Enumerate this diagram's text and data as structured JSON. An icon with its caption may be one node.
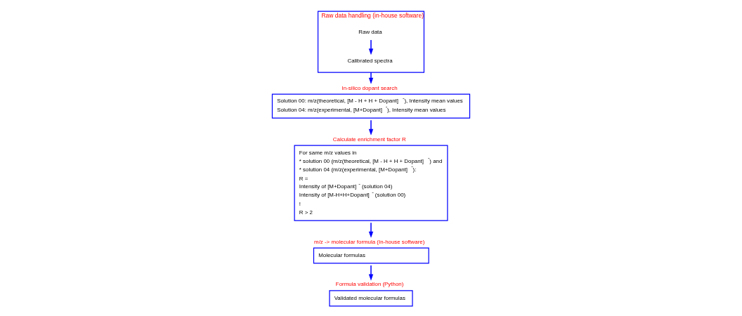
{
  "diagram": {
    "nodes": [
      {
        "text": [
          "Raw data handling (in-house software)"
        ]
      },
      {
        "text": [
          "Raw data"
        ],
        "in": 0
      },
      {
        "text": [
          "Calibrated spectra"
        ],
        "in": 0
      },
      {
        "text": [
          "In-silico dopant search",
          "Solution 00: m/z(theoretical, [M - H + H + Dopant]$^{-}$), Intensity mean values",
          "Solution 04: m/z(experimental, [M+Dopant]$^{-}$), Intensity mean values"
        ]
      },
      {
        "text": [
          "Calculate enrichment factor R",
          "For same m/z values in",
          "* solution 00 (m/z(theoretical, [M - H + H + Dopant]$^{-}$) and",
          "* solution 04 (m/z(experimental, [M+Dopant]$^{-}$):",
          "R =",
          "Intensity of [M+Dopant]$^{-}$ (solution 04)",
          "Intensity of [M-H+H+Dopant]$^{-}$ (solution 00)",
          "!",
          "R > 2"
        ]
      },
      {
        "text": [
          "m/z -> molecular formula (In-house software)",
          "Molecular formulas"
        ]
      },
      {
        "text": [
          "Formula validation (Python)",
          "Validated molecular formulas"
        ]
      }
    ],
    "edges": [
      {
        "from": 1,
        "to": 2,
        "arrow": "to"
      },
      {
        "from": 0,
        "to": 3,
        "arrow": "to"
      },
      {
        "from": 3,
        "to": 4,
        "arrow": "to"
      },
      {
        "from": 4,
        "to": 5,
        "arrow": "to"
      },
      {
        "from": 5,
        "to": 6,
        "arrow": "to"
      }
    ]
  }
}
